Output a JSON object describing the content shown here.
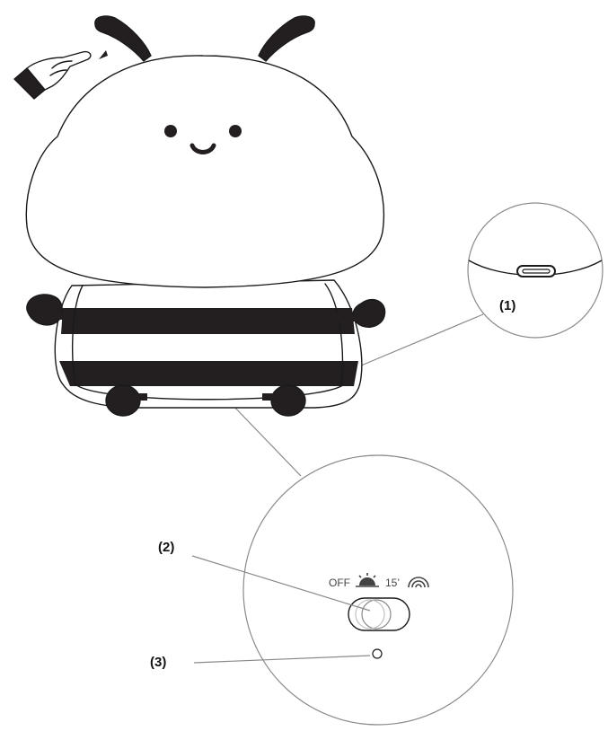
{
  "colors": {
    "outline": "#1a1a1a",
    "fill": "#ffffff",
    "stripe": "#231f20",
    "leader_line": "#8a8a8a",
    "switch_text": "#444444"
  },
  "callouts": {
    "usb_port": "(1)",
    "mode_switch": "(2)",
    "reset_hole": "(3)"
  },
  "switch_positions": {
    "off": "OFF",
    "timer": "15’"
  },
  "icons": {
    "tap_gesture": "hand-tap-icon",
    "light_mode": "sunrise-icon",
    "breathing_mode": "rainbow-icon"
  }
}
